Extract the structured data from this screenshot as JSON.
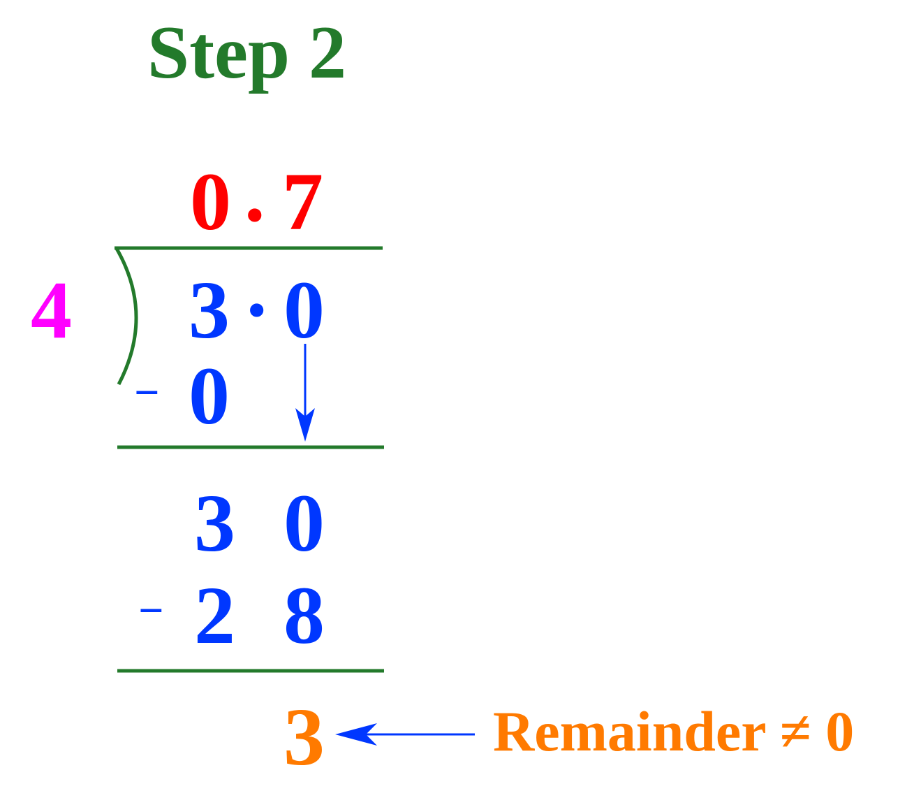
{
  "title": "Step 2",
  "divisor": "4",
  "quotient": {
    "int_digit": "0",
    "decimal_point": ".",
    "frac_digit": "7"
  },
  "dividend": {
    "int_digit": "3",
    "decimal_point": "·",
    "frac_digit": "0"
  },
  "step1": {
    "minus": "−",
    "subtrahend": "0"
  },
  "step2": {
    "partial_tens": "3",
    "partial_ones": "0",
    "minus": "−",
    "subtrahend_tens": "2",
    "subtrahend_ones": "8"
  },
  "remainder": {
    "value": "3",
    "label": "Remainder ≠ 0"
  },
  "colors": {
    "title": "#237a2b",
    "rules": "#237a2b",
    "quotient": "#ff0000",
    "work": "#0037ff",
    "divisor": "#ff00ff",
    "remainder": "#ff7a00"
  }
}
